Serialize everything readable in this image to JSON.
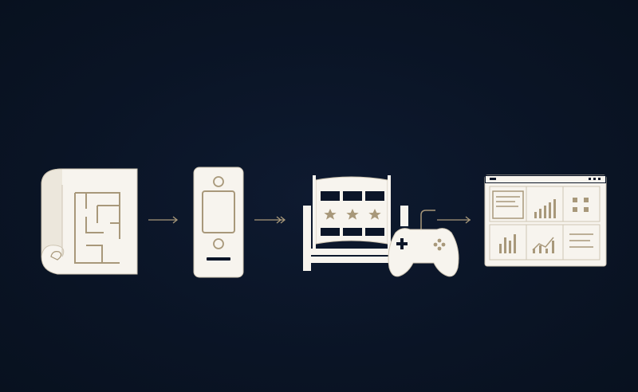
{
  "diagram": {
    "steps": [
      {
        "id": "blueprint",
        "icon": "blueprint-icon"
      },
      {
        "id": "device",
        "icon": "device-panel-icon"
      },
      {
        "id": "slot-machine",
        "icon": "slot-machine-icon"
      },
      {
        "id": "gamepad",
        "icon": "gamepad-icon"
      },
      {
        "id": "dashboard",
        "icon": "dashboard-icon"
      }
    ],
    "colors": {
      "background": "#0b1528",
      "panel": "#f7f4ee",
      "accent": "#a8987a",
      "arrow": "#a8987a"
    }
  }
}
